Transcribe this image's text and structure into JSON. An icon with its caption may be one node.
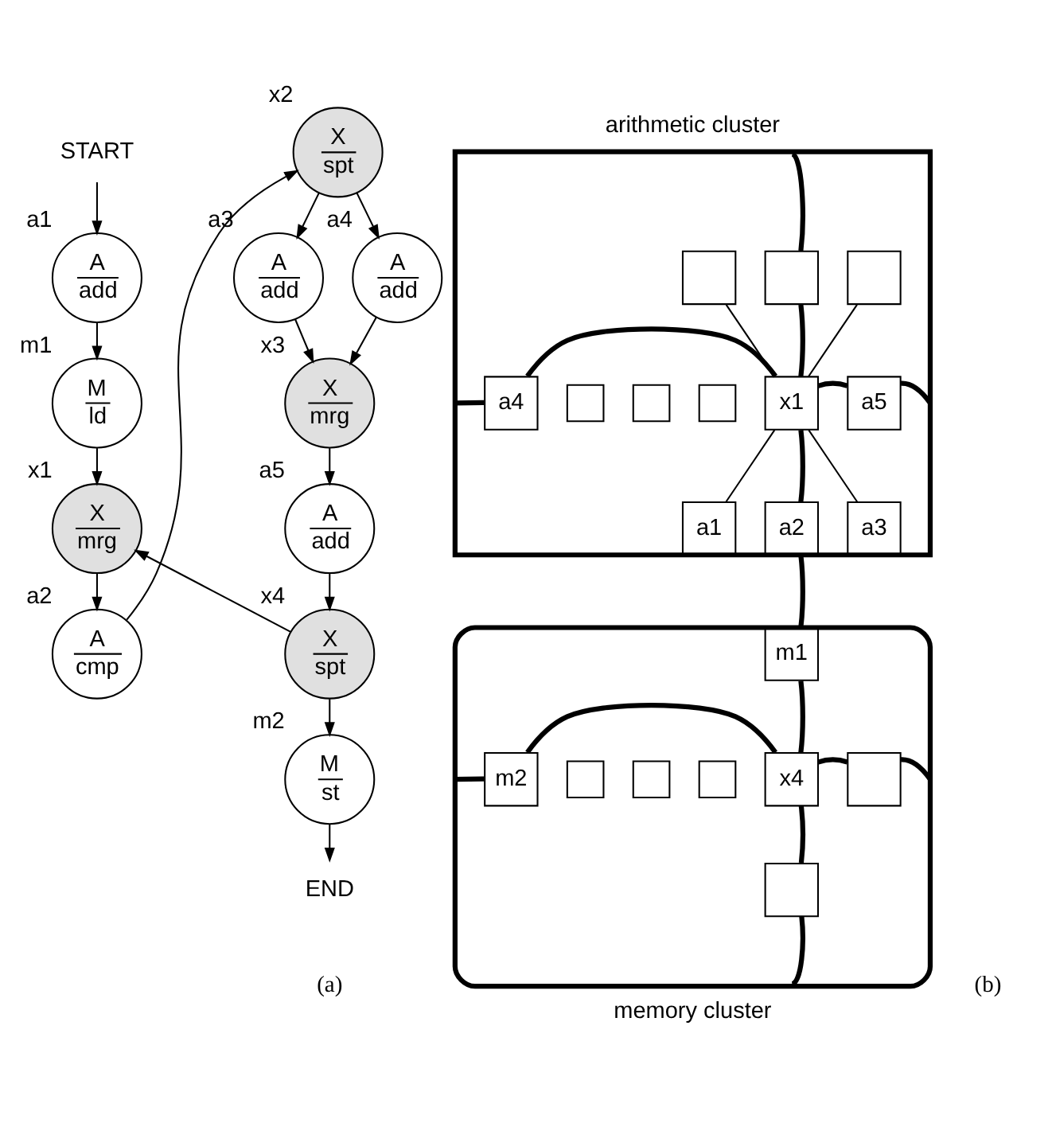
{
  "diagram": {
    "nodes": [
      {
        "text": [
          "START"
        ]
      },
      {
        "text": [
          "A",
          "add"
        ],
        "beside": [
          "a1"
        ]
      },
      {
        "text": [
          "M",
          "ld"
        ],
        "beside": [
          "m1"
        ]
      },
      {
        "text": [
          "X",
          "mrg"
        ],
        "beside": [
          "x1"
        ]
      },
      {
        "text": [
          "A",
          "cmp"
        ],
        "beside": [
          "a2"
        ]
      },
      {
        "text": [
          "X",
          "spt"
        ],
        "beside": [
          "x2"
        ]
      },
      {
        "text": [
          "A",
          "add"
        ],
        "beside": [
          "a3"
        ]
      },
      {
        "text": [
          "A",
          "add"
        ],
        "beside": [
          "a4"
        ]
      },
      {
        "text": [
          "X",
          "mrg"
        ],
        "beside": [
          "x3"
        ]
      },
      {
        "text": [
          "A",
          "add"
        ],
        "beside": [
          "a5"
        ]
      },
      {
        "text": [
          "X",
          "spt"
        ],
        "beside": [
          "x4"
        ]
      },
      {
        "text": [
          "M",
          "st"
        ],
        "beside": [
          "m2"
        ]
      },
      {
        "text": [
          "END"
        ]
      },
      {
        "text": [
          "arithmetic cluster"
        ]
      },
      {
        "text": [],
        "shape": "box",
        "in": 13
      },
      {
        "text": [],
        "shape": "box",
        "in": 13
      },
      {
        "text": [],
        "shape": "box",
        "in": 13
      },
      {
        "text": [
          "a4"
        ],
        "in": 13
      },
      {
        "text": [],
        "shape": "box",
        "in": 13
      },
      {
        "text": [],
        "shape": "box",
        "in": 13
      },
      {
        "text": [],
        "shape": "box",
        "in": 13
      },
      {
        "text": [
          "x1"
        ],
        "in": 13
      },
      {
        "text": [
          "a5"
        ],
        "in": 13
      },
      {
        "text": [
          "a1"
        ],
        "in": 13
      },
      {
        "text": [
          "a2"
        ],
        "in": 13
      },
      {
        "text": [
          "a3"
        ],
        "in": 13
      },
      {
        "text": [
          "memory cluster"
        ]
      },
      {
        "text": [
          "m1"
        ],
        "in": 26
      },
      {
        "text": [
          "m2"
        ],
        "in": 26
      },
      {
        "text": [],
        "shape": "box",
        "in": 26
      },
      {
        "text": [],
        "shape": "box",
        "in": 26
      },
      {
        "text": [],
        "shape": "box",
        "in": 26
      },
      {
        "text": [
          "x4"
        ],
        "in": 26
      },
      {
        "text": [],
        "shape": "box",
        "in": 26
      },
      {
        "text": [],
        "shape": "box",
        "in": 26
      }
    ],
    "edges": [
      {
        "from": 0,
        "to": 1,
        "arrow": "to"
      },
      {
        "from": 1,
        "to": 2,
        "arrow": "to"
      },
      {
        "from": 2,
        "to": 3,
        "arrow": "to"
      },
      {
        "from": 3,
        "to": 4,
        "arrow": "to"
      },
      {
        "from": 4,
        "to": 5,
        "arrow": "to"
      },
      {
        "from": 5,
        "to": 6,
        "arrow": "to"
      },
      {
        "from": 5,
        "to": 7,
        "arrow": "to"
      },
      {
        "from": 6,
        "to": 8,
        "arrow": "to"
      },
      {
        "from": 7,
        "to": 8,
        "arrow": "to"
      },
      {
        "from": 8,
        "to": 9,
        "arrow": "to"
      },
      {
        "from": 9,
        "to": 10,
        "arrow": "to"
      },
      {
        "from": 10,
        "to": 3,
        "arrow": "to"
      },
      {
        "from": 10,
        "to": 11,
        "arrow": "to"
      },
      {
        "from": 11,
        "to": 12,
        "arrow": "to"
      },
      {
        "from": 14,
        "to": 21,
        "arrow": "none"
      },
      {
        "from": 15,
        "to": 21,
        "arrow": "none",
        "style": "thick"
      },
      {
        "from": 16,
        "to": 21,
        "arrow": "none"
      },
      {
        "from": 17,
        "to": 21,
        "arrow": "none",
        "style": "thick"
      },
      {
        "from": 22,
        "to": 21,
        "arrow": "none",
        "style": "thick"
      },
      {
        "from": 23,
        "to": 21,
        "arrow": "none"
      },
      {
        "from": 24,
        "to": 21,
        "arrow": "none",
        "style": "thick"
      },
      {
        "from": 25,
        "to": 21,
        "arrow": "none"
      },
      {
        "from": 24,
        "to": 27,
        "arrow": "none",
        "style": "thick"
      },
      {
        "from": 15,
        "to": 13,
        "arrow": "none",
        "style": "thick"
      },
      {
        "from": 17,
        "to": 13,
        "arrow": "none",
        "style": "thick"
      },
      {
        "from": 22,
        "to": 13,
        "arrow": "none",
        "style": "thick"
      },
      {
        "from": 27,
        "to": 32,
        "arrow": "none",
        "style": "thick"
      },
      {
        "from": 28,
        "to": 32,
        "arrow": "none",
        "style": "thick"
      },
      {
        "from": 33,
        "to": 32,
        "arrow": "none",
        "style": "thick"
      },
      {
        "from": 34,
        "to": 32,
        "arrow": "none",
        "style": "thick"
      },
      {
        "from": 28,
        "to": 26,
        "arrow": "none",
        "style": "thick"
      },
      {
        "from": 33,
        "to": 26,
        "arrow": "none",
        "style": "thick"
      },
      {
        "from": 34,
        "to": 26,
        "arrow": "none",
        "style": "thick"
      }
    ],
    "labels": [
      "(a)",
      "(b)"
    ]
  }
}
